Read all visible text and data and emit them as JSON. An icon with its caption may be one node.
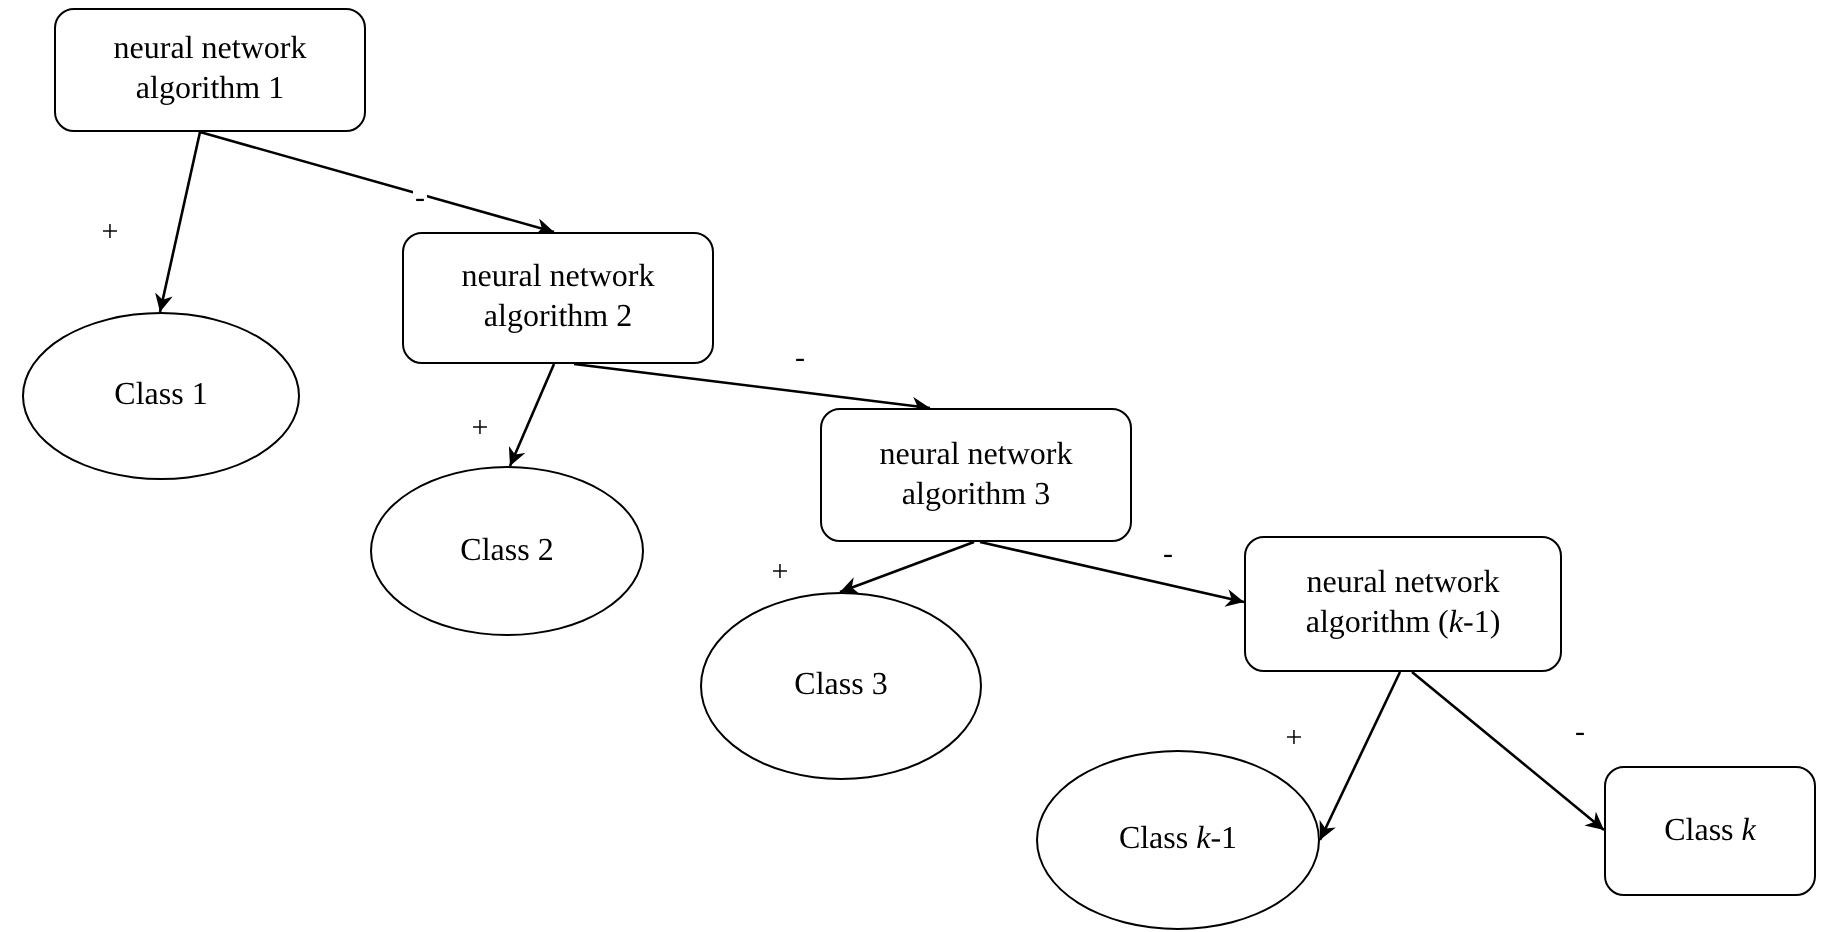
{
  "diagram": {
    "nodes": [
      {
        "text": [
          "neural network algorithm 1"
        ]
      },
      {
        "text": [
          "Class 1"
        ]
      },
      {
        "text": [
          "neural network algorithm 2"
        ]
      },
      {
        "text": [
          "Class 2"
        ]
      },
      {
        "text": [
          "neural network algorithm 3"
        ]
      },
      {
        "text": [
          "Class 3"
        ]
      },
      {
        "text": [
          "neural network algorithm (*k*-1)"
        ]
      },
      {
        "text": [
          "Class *k*-1"
        ]
      },
      {
        "text": [
          "Class *k*"
        ]
      }
    ],
    "edges": [
      {
        "from": 0,
        "to": 1,
        "arrow": "to",
        "label": "+"
      },
      {
        "from": 0,
        "to": 2,
        "arrow": "to",
        "label": "-"
      },
      {
        "from": 2,
        "to": 3,
        "arrow": "to",
        "label": "+"
      },
      {
        "from": 2,
        "to": 4,
        "arrow": "to",
        "label": "-"
      },
      {
        "from": 4,
        "to": 5,
        "arrow": "to",
        "label": "+"
      },
      {
        "from": 4,
        "to": 6,
        "arrow": "to",
        "label": "-"
      },
      {
        "from": 6,
        "to": 7,
        "arrow": "to",
        "label": "+"
      },
      {
        "from": 6,
        "to": 8,
        "arrow": "to",
        "label": "-"
      }
    ]
  }
}
